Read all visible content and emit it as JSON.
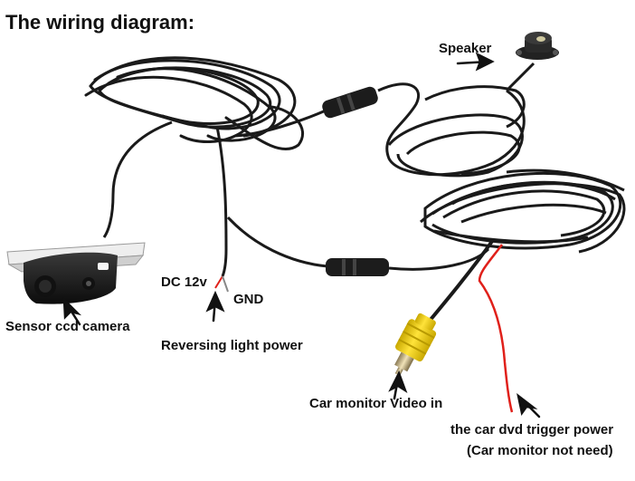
{
  "title": "The wiring diagram:",
  "labels": {
    "speaker": "Speaker",
    "dc12v": "DC 12v",
    "gnd": "GND",
    "camera": "Sensor ccd camera",
    "reversing": "Reversing light power",
    "video": "Car monitor Video in",
    "trigger": "the car dvd trigger power",
    "trigger_note": "(Car monitor not need)"
  },
  "colors": {
    "cable": "#1a1a1a",
    "rca_yellow": "#f2d000",
    "red_wire": "#e0201a",
    "arrow": "#111111"
  },
  "icons": [
    "camera-icon",
    "speaker-icon",
    "rca-plug-icon",
    "arrow-icon"
  ]
}
